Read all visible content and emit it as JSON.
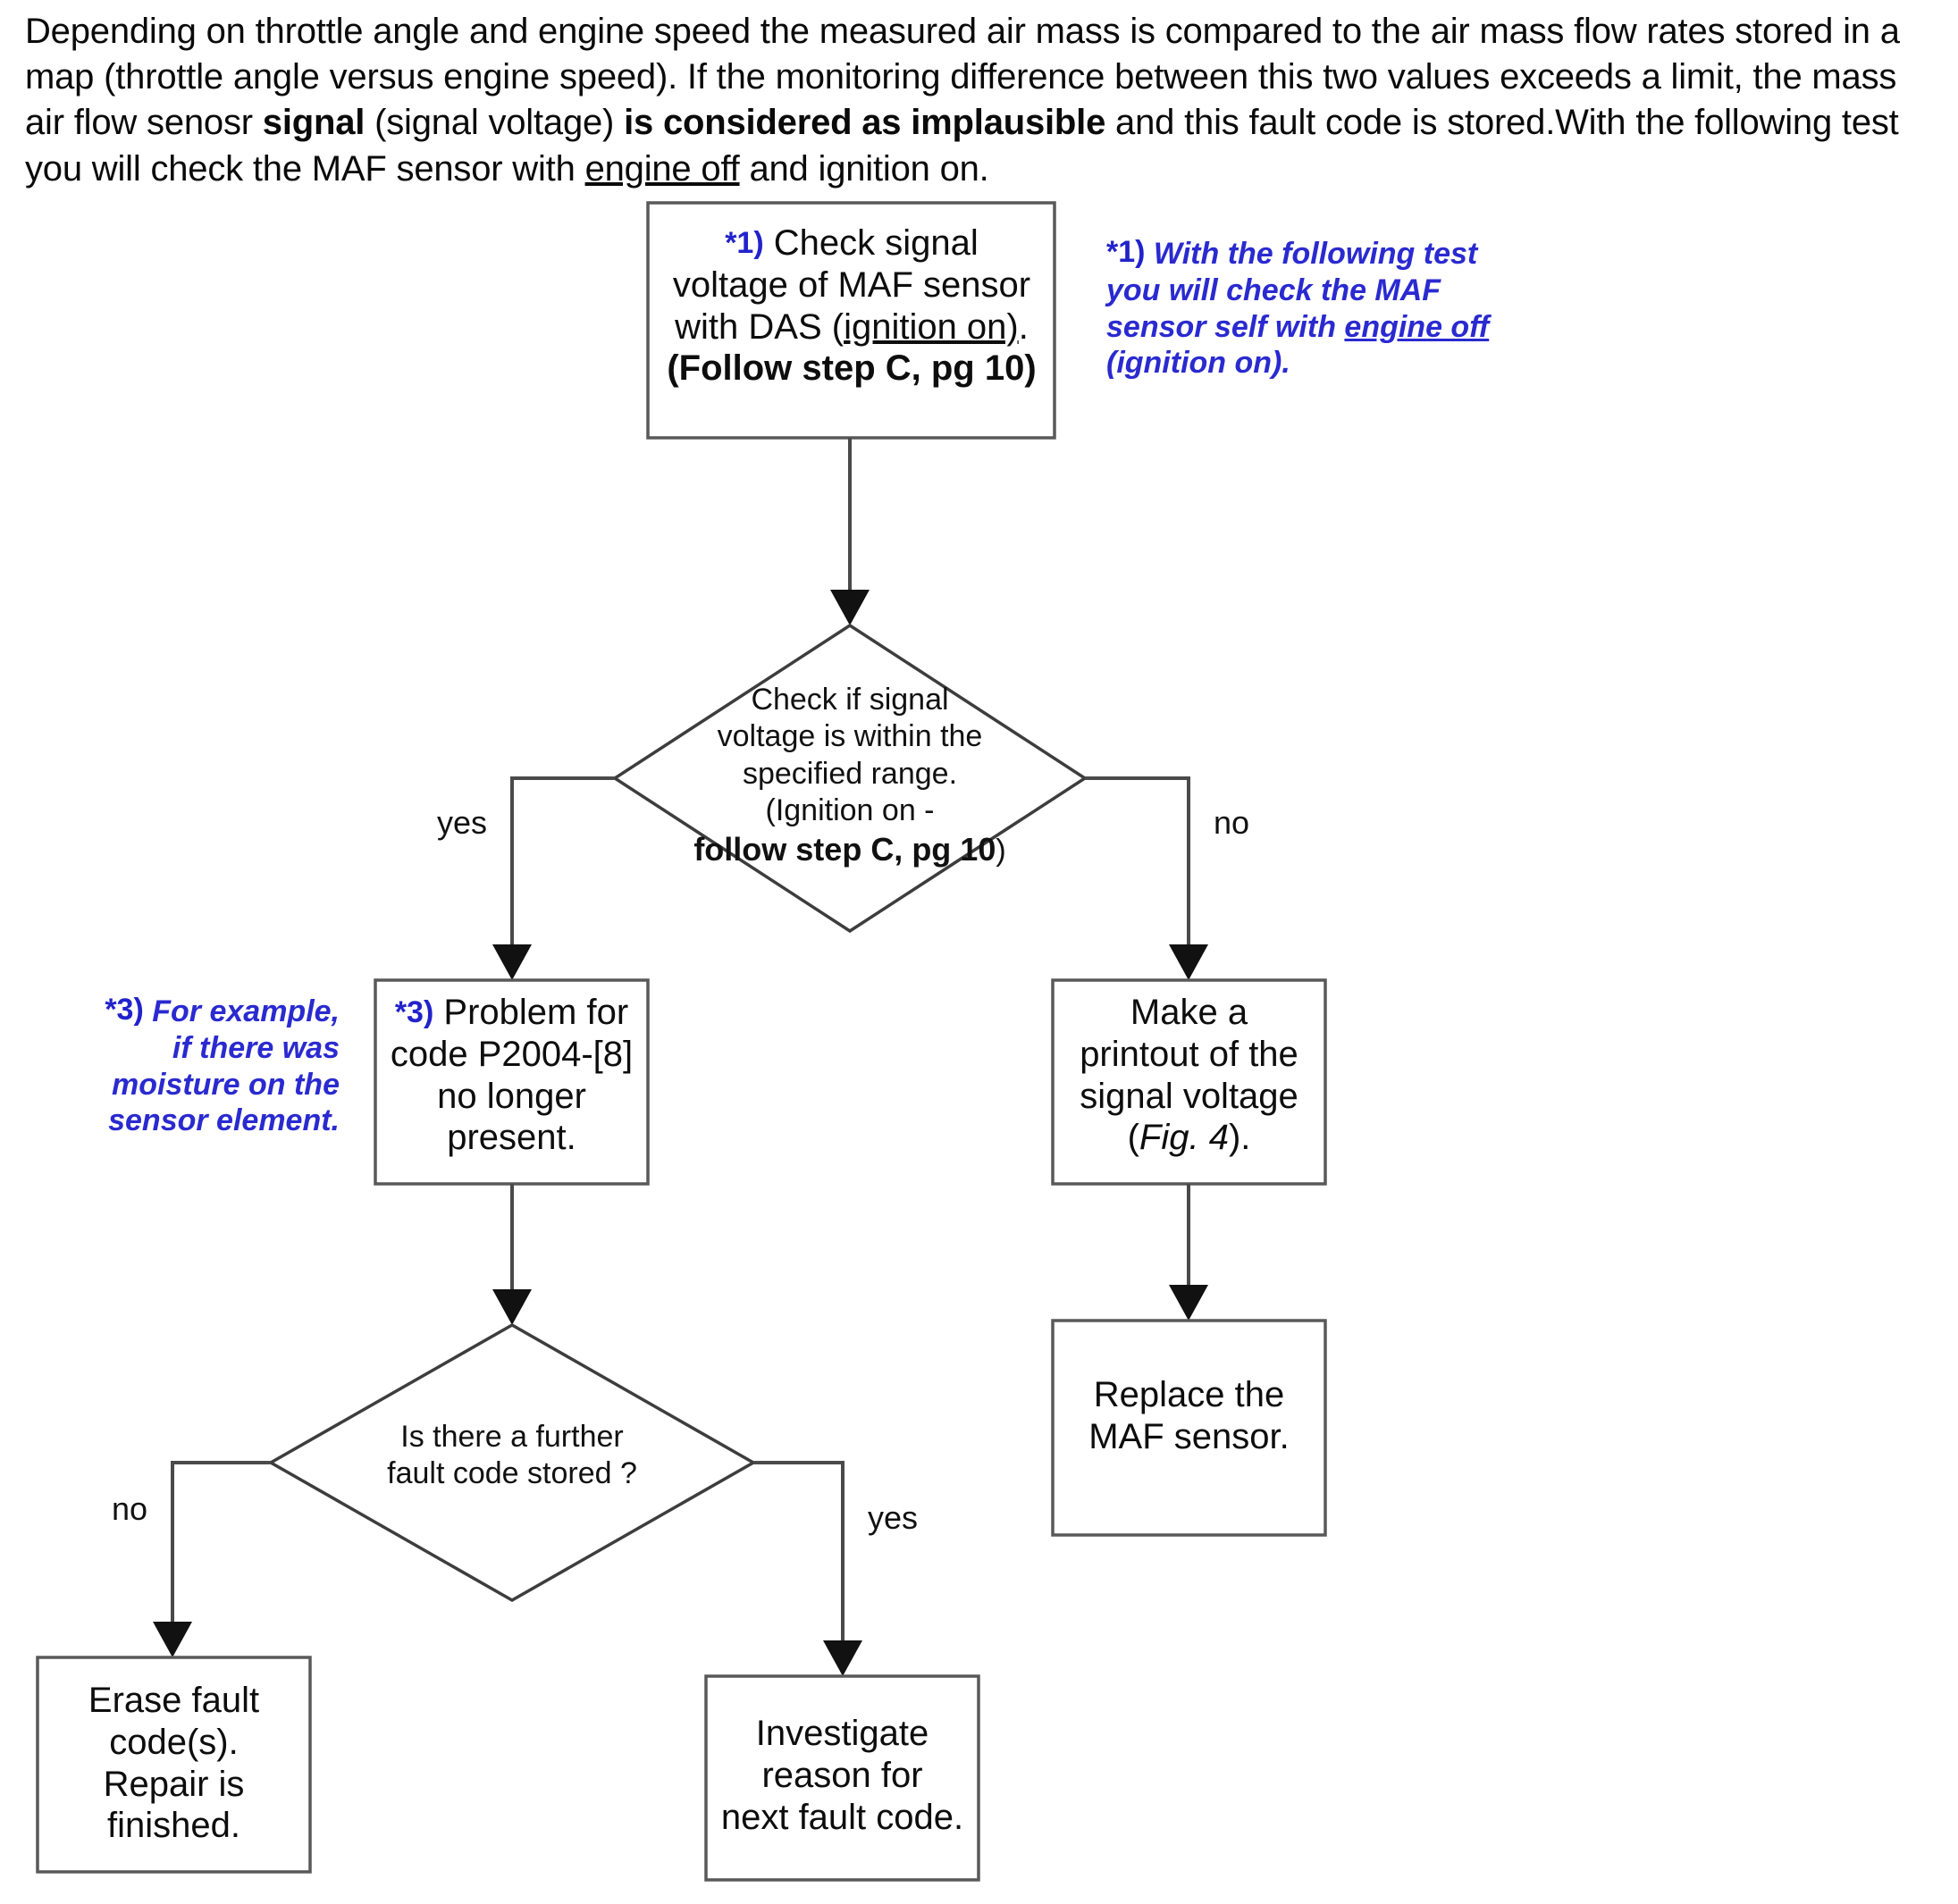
{
  "intro": {
    "line1_a": "Depending on throttle angle and engine speed the measured air mass is compared to the air mass flow rates stored in a map (throttle angle versus engine speed). If the monitoring difference between this two values exceeds a limit, the mass air flow senosr ",
    "bold1": "signal",
    "mid1": " (signal voltage) ",
    "bold2": "is considered as implausible",
    "mid2": " and this fault code is stored.With the following test you will check the  MAF sensor with ",
    "underline1": "engine off",
    "tail": " and ignition on."
  },
  "nodes": {
    "check_signal": {
      "star": "*1)",
      "line1": "Check signal",
      "line2": "voltage of  MAF sensor",
      "line3_a": "with DAS  (",
      "line3_u": "ignition on)",
      "line3_b": ".",
      "line4_bold": "(Follow step C, pg 10)"
    },
    "decision_range": {
      "line1": "Check if signal",
      "line2": "voltage is within the",
      "line3": "specified range.",
      "line4": "(Ignition on -",
      "line5_bold": "follow step C, pg 10",
      "line5_tail": ")"
    },
    "problem_gone": {
      "star": "*3)",
      "line1": "Problem for",
      "line2": "code P2004-[8]",
      "line3": "no longer",
      "line4": "present."
    },
    "printout": {
      "line1": "Make a",
      "line2": "printout of the",
      "line3": "signal voltage",
      "line4_a": "(",
      "line4_i": "Fig. 4",
      "line4_b": ")."
    },
    "replace_sensor": {
      "line1": "Replace the",
      "line2": "MAF sensor."
    },
    "decision_further": {
      "line1": "Is there a further",
      "line2": "fault code stored ?"
    },
    "erase_codes": {
      "line1": "Erase fault",
      "line2": "code(s).",
      "line3": "Repair is",
      "line4": "finished."
    },
    "investigate": {
      "line1": "Investigate",
      "line2": "reason for",
      "line3": "next fault code."
    }
  },
  "branches": {
    "range_yes": "yes",
    "range_no": "no",
    "further_no": "no",
    "further_yes": "yes"
  },
  "notes": {
    "note1": {
      "star": "*1)",
      "line1": "With the following test",
      "line2": "you will check the  MAF",
      "line3_a": "sensor self  with ",
      "line3_u": "engine off",
      "line4": "(ignition on)."
    },
    "note3": {
      "star": "*3)",
      "line1": "For example,",
      "line2": "if there was",
      "line3": "moisture on the",
      "line4": "sensor element."
    }
  },
  "colors": {
    "annotation": "#2a2ad0",
    "shape_stroke": "#595959",
    "connector": "#4a4a4a",
    "text": "#0d0d0d"
  }
}
